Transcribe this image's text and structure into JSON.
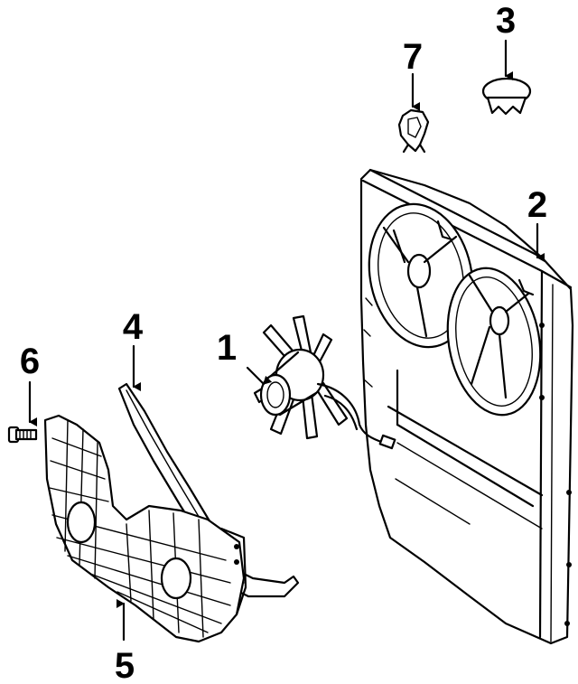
{
  "diagram": {
    "parts": [
      {
        "id": "fan",
        "label": "1"
      },
      {
        "id": "fan-shroud",
        "label": "2"
      },
      {
        "id": "shroud-plug",
        "label": "3"
      },
      {
        "id": "shroud-seal",
        "label": "4"
      },
      {
        "id": "lower-shroud",
        "label": "5"
      },
      {
        "id": "shroud-screw",
        "label": "6"
      },
      {
        "id": "retainer-clip",
        "label": "7"
      }
    ],
    "colors": {
      "line": "#000000",
      "background": "#ffffff"
    }
  }
}
